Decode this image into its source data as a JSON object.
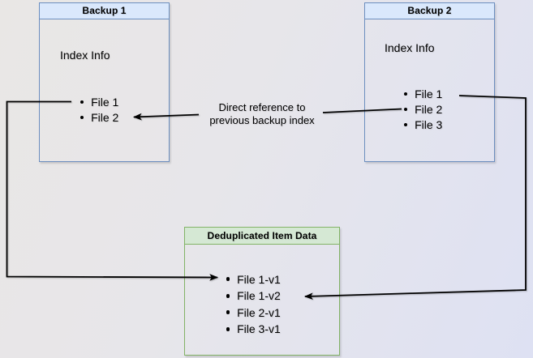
{
  "nodes": {
    "backup1": {
      "title": "Backup 1",
      "body_label": "Index Info",
      "items": [
        "File 1",
        "File 2"
      ]
    },
    "backup2": {
      "title": "Backup 2",
      "body_label": "Index Info",
      "items": [
        "File 1",
        "File 2",
        "File 3"
      ]
    },
    "dedup": {
      "title": "Deduplicated Item Data",
      "items": [
        "File 1-v1",
        "File 1-v2",
        "File 2-v1",
        "File 3-v1"
      ]
    }
  },
  "edges": {
    "direct_reference": {
      "label_line1": "Direct reference to",
      "label_line2": "previous backup index"
    }
  },
  "colors": {
    "blue_fill": "#dae8fc",
    "blue_border": "#6c8ebf",
    "green_fill": "#d5e8d4",
    "green_border": "#82b366",
    "edge_color": "#000000"
  }
}
